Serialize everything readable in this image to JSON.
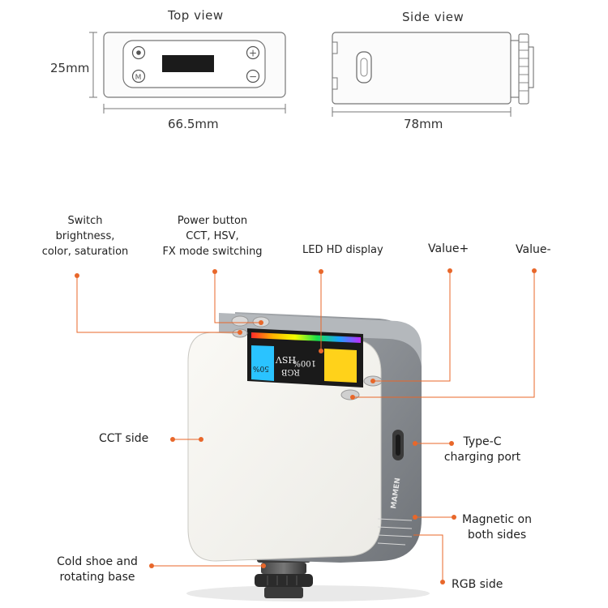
{
  "top_view": {
    "title": "Top view",
    "width_label": "66.5mm",
    "height_label": "25mm",
    "btn_m": "M",
    "btn_plus": "+",
    "btn_minus": "−"
  },
  "side_view": {
    "title": "Side view",
    "width_label": "78mm"
  },
  "callouts": {
    "switch": [
      "Switch",
      "brightness,",
      "color, saturation"
    ],
    "power": [
      "Power button",
      "CCT, HSV,",
      "FX mode switching"
    ],
    "display": "LED HD display",
    "value_plus": "Value+",
    "value_minus": "Value-",
    "cct_side": "CCT side",
    "type_c": [
      "Type-C",
      "charging port"
    ],
    "magnetic": [
      "Magnetic on",
      "both sides"
    ],
    "cold_shoe": [
      "Cold shoe and",
      "rotating base"
    ],
    "rgb_side": "RGB side"
  },
  "device": {
    "brand": "MAMEN",
    "screen_hsv": "HSV",
    "screen_pct": "100%",
    "screen_rgb": "RGB",
    "screen_50": "50%"
  },
  "colors": {
    "accent": "#e8672a",
    "body": "#8e9297",
    "panel": "#f4f3ef"
  }
}
